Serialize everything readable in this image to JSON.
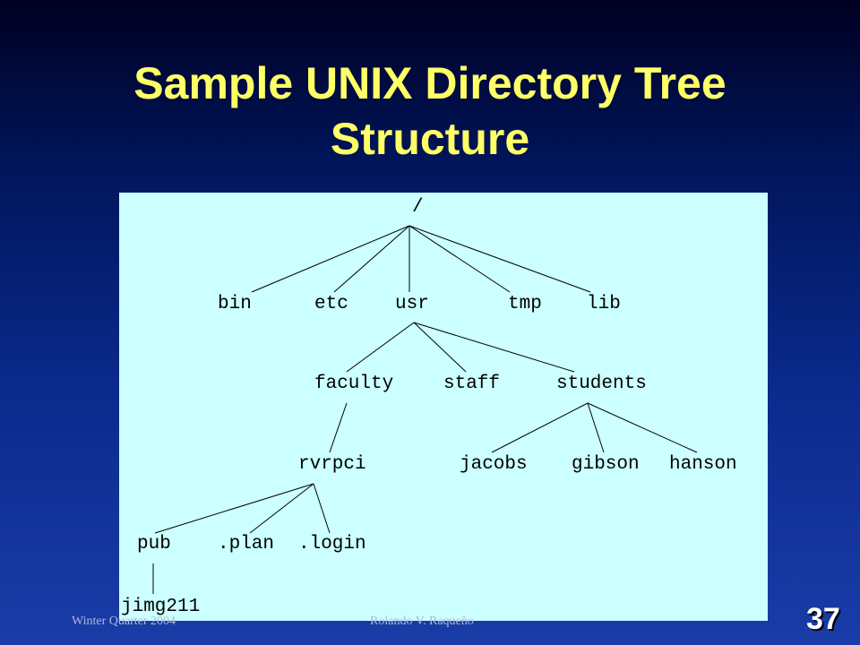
{
  "slide": {
    "title_line1": "Sample UNIX Directory Tree",
    "title_line2": "Structure",
    "footer_left": "Winter Quarter 2004",
    "footer_center": "Rolando V. Raqueño",
    "slide_number": "37"
  },
  "tree": {
    "nodes": [
      {
        "id": "root",
        "label": "/"
      },
      {
        "id": "bin",
        "label": "bin"
      },
      {
        "id": "etc",
        "label": "etc"
      },
      {
        "id": "usr",
        "label": "usr"
      },
      {
        "id": "tmp",
        "label": "tmp"
      },
      {
        "id": "lib",
        "label": "lib"
      },
      {
        "id": "faculty",
        "label": "faculty"
      },
      {
        "id": "staff",
        "label": "staff"
      },
      {
        "id": "students",
        "label": "students"
      },
      {
        "id": "rvrpci",
        "label": "rvrpci"
      },
      {
        "id": "jacobs",
        "label": "jacobs"
      },
      {
        "id": "gibson",
        "label": "gibson"
      },
      {
        "id": "hanson",
        "label": "hanson"
      },
      {
        "id": "pub",
        "label": "pub"
      },
      {
        "id": "plan",
        "label": ".plan"
      },
      {
        "id": "login",
        "label": ".login"
      },
      {
        "id": "jimg211",
        "label": "jimg211"
      }
    ],
    "edges": [
      [
        "root",
        "bin"
      ],
      [
        "root",
        "etc"
      ],
      [
        "root",
        "usr"
      ],
      [
        "root",
        "tmp"
      ],
      [
        "root",
        "lib"
      ],
      [
        "usr",
        "faculty"
      ],
      [
        "usr",
        "staff"
      ],
      [
        "usr",
        "students"
      ],
      [
        "faculty",
        "rvrpci"
      ],
      [
        "students",
        "jacobs"
      ],
      [
        "students",
        "gibson"
      ],
      [
        "students",
        "hanson"
      ],
      [
        "rvrpci",
        "pub"
      ],
      [
        "rvrpci",
        "plan"
      ],
      [
        "rvrpci",
        "login"
      ],
      [
        "pub",
        "jimg211"
      ]
    ]
  }
}
